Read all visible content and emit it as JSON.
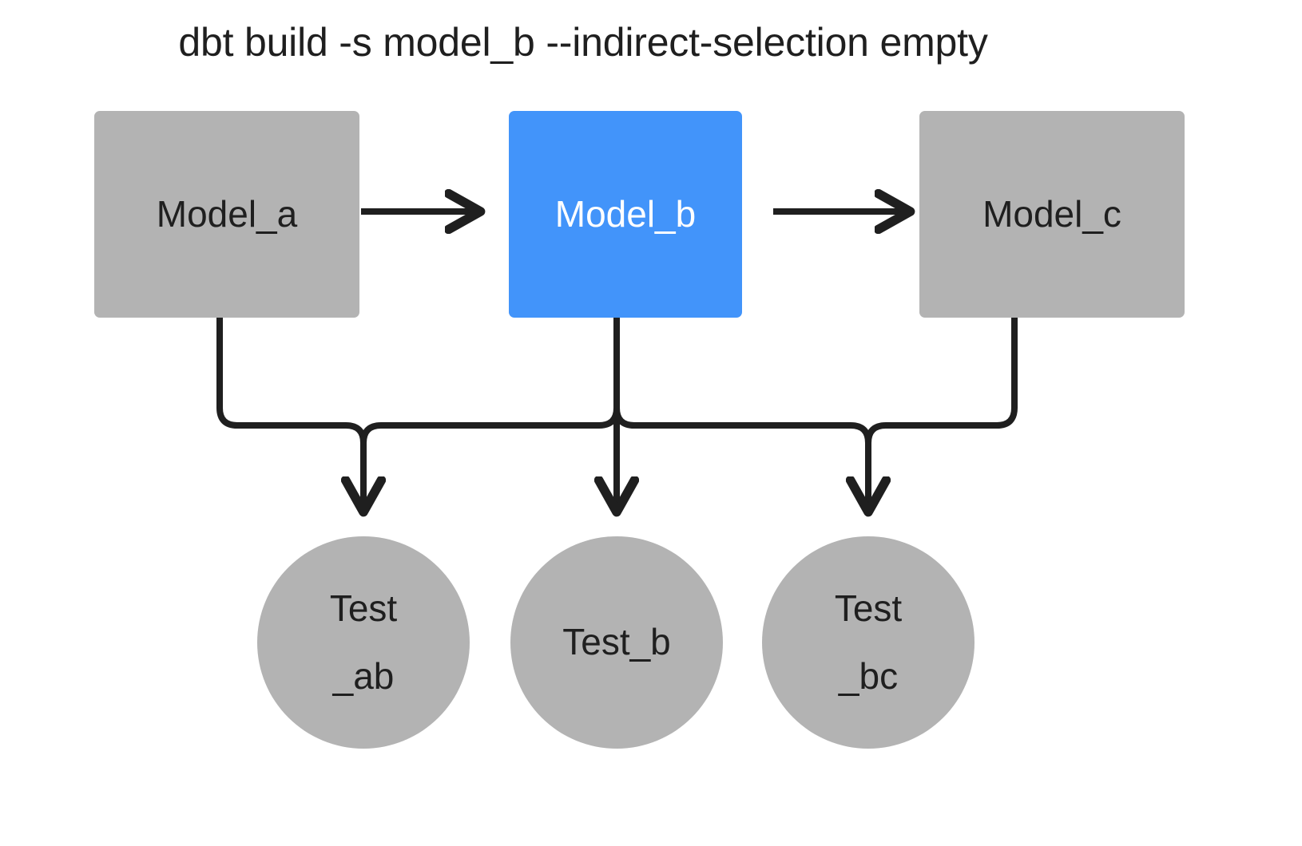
{
  "title": "dbt build -s model_b --indirect-selection empty",
  "colors": {
    "background": "#ffffff",
    "node_gray": "#b3b3b3",
    "node_selected_blue": "#4294fa",
    "edge_black": "#1f1f1f",
    "text_dark": "#1f1f1f",
    "text_light": "#ffffff"
  },
  "models": [
    {
      "id": "model_a",
      "label": "Model_a",
      "selected": false
    },
    {
      "id": "model_b",
      "label": "Model_b",
      "selected": true
    },
    {
      "id": "model_c",
      "label": "Model_c",
      "selected": false
    }
  ],
  "tests": [
    {
      "id": "test_ab",
      "label": "Test_ab",
      "line1": "Test",
      "line2": "_ab"
    },
    {
      "id": "test_b",
      "label": "Test_b",
      "line1": "Test_b",
      "line2": ""
    },
    {
      "id": "test_bc",
      "label": "Test_bc",
      "line1": "Test",
      "line2": "_bc"
    }
  ],
  "edges": [
    {
      "from": "model_a",
      "to": "model_b",
      "style": "straight-arrow"
    },
    {
      "from": "model_b",
      "to": "model_c",
      "style": "straight-arrow"
    },
    {
      "from": "model_a",
      "to": "test_ab",
      "style": "elbow-arrow"
    },
    {
      "from": "model_b",
      "to": "test_ab",
      "style": "elbow-arrow"
    },
    {
      "from": "model_b",
      "to": "test_b",
      "style": "straight-arrow"
    },
    {
      "from": "model_b",
      "to": "test_bc",
      "style": "elbow-arrow"
    },
    {
      "from": "model_c",
      "to": "test_bc",
      "style": "elbow-arrow"
    }
  ]
}
